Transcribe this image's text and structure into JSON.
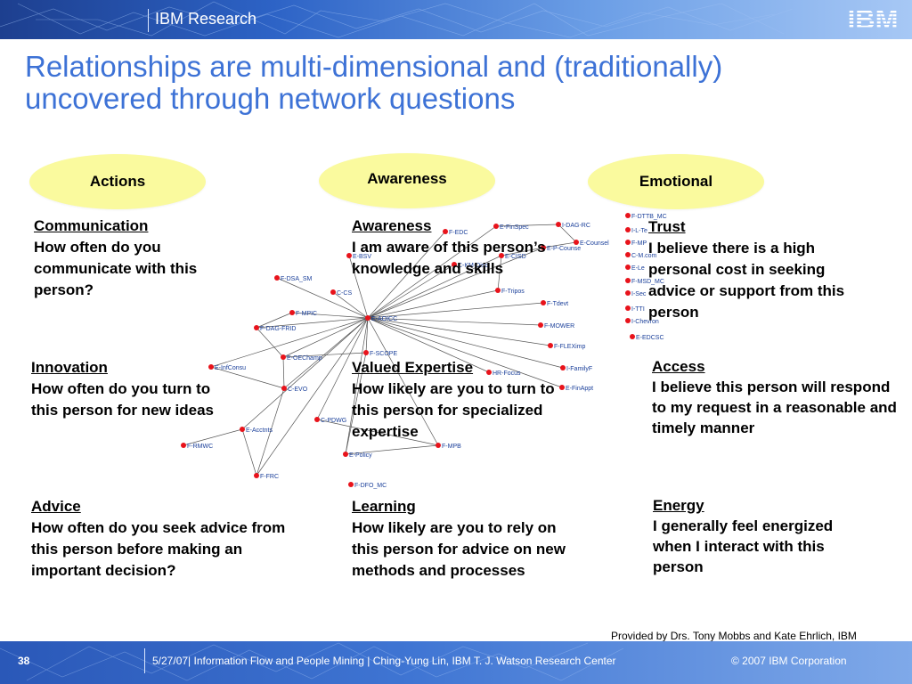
{
  "header": {
    "title": "IBM Research",
    "logo_text": "IBM",
    "logo_color": "#ffffff",
    "bar_color": "#2d63c6"
  },
  "title": {
    "line1": "Relationships are multi-dimensional and (traditionally)",
    "line2": "uncovered through network questions",
    "color": "#3d72d6"
  },
  "ovals": {
    "actions": "Actions",
    "awareness": "Awareness",
    "emotional": "Emotional",
    "fill": "#fafa9e"
  },
  "blocks": {
    "communication": {
      "heading": "Communication",
      "body": "How often do you communicate with this person?"
    },
    "awareness": {
      "heading": "Awareness",
      "body": "I am aware of this person’s knowledge and skills"
    },
    "trust": {
      "heading": "Trust",
      "body": "I believe there is a high personal cost in seeking advice or support from this person"
    },
    "innovation": {
      "heading": "Innovation",
      "body": "How often do you turn to this person for new ideas"
    },
    "valued": {
      "heading": "Valued Expertise",
      "body": "How likely are you to turn to this person for specialized expertise"
    },
    "access": {
      "heading": "Access",
      "body": "I believe this person will respond to my request in a reasonable and timely manner"
    },
    "advice": {
      "heading": "Advice",
      "body": "How often do you seek advice from this person before making an important decision?"
    },
    "learning": {
      "heading": "Learning",
      "body": "How likely are you to rely on this person for advice on new methods and processes"
    },
    "energy": {
      "heading": "Energy",
      "body": "I generally feel energized when I interact with this person"
    }
  },
  "network": {
    "node_color": "#e8131b",
    "label_color": "#1a3f9a",
    "nodes": [
      {
        "label": "F-DTTB_MC"
      },
      {
        "label": "I-L-Te"
      },
      {
        "label": "F-MP"
      },
      {
        "label": "C-M.com"
      },
      {
        "label": "E-Le"
      },
      {
        "label": "F-MSD_MC"
      },
      {
        "label": "I-Sec"
      },
      {
        "label": "I-TTI"
      },
      {
        "label": "I-Chevron"
      },
      {
        "label": "E-EDCSC"
      },
      {
        "label": "F-EDC"
      },
      {
        "label": "E-FinSpec"
      },
      {
        "label": "I-DAG-RC"
      },
      {
        "label": "E-Counsel"
      },
      {
        "label": "E-P-Counse"
      },
      {
        "label": "E-CISD"
      },
      {
        "label": "C-KM-Disc"
      },
      {
        "label": "E-BSV"
      },
      {
        "label": "F-DSA_SM"
      },
      {
        "label": "C-CS"
      },
      {
        "label": "F-Tripos"
      },
      {
        "label": "F-Tdevt"
      },
      {
        "label": "F-MPIC"
      },
      {
        "label": "E-AOICC"
      },
      {
        "label": "F-MOWER"
      },
      {
        "label": "F-DAG-FRID"
      },
      {
        "label": "F-FLEXimp"
      },
      {
        "label": "E-OEChamp"
      },
      {
        "label": "F-SCOPE"
      },
      {
        "label": "I-FamilyF"
      },
      {
        "label": "E-InfConsu"
      },
      {
        "label": "HR-Focus"
      },
      {
        "label": "C-EVO"
      },
      {
        "label": "E-FinAppt"
      },
      {
        "label": "C-PDWG"
      },
      {
        "label": "E-Acctnts"
      },
      {
        "label": "F-MPB"
      },
      {
        "label": "F-RMWC"
      },
      {
        "label": "E-Policy"
      },
      {
        "label": "F-FRC"
      },
      {
        "label": "F-DFO_MC"
      }
    ]
  },
  "credit": "Provided by Drs. Tony Mobbs and Kate Ehrlich, IBM",
  "footer": {
    "page_number": "38",
    "text": "5/27/07| Information Flow and People Mining | Ching-Yung Lin, IBM T. J. Watson Research Center",
    "copyright": "© 2007 IBM Corporation"
  }
}
